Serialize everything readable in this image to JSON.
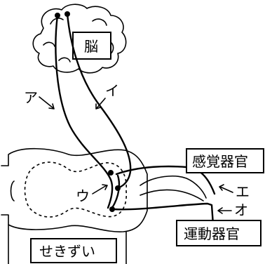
{
  "labels": {
    "brain": "脳",
    "sense_organ": "感覚器官",
    "motor_organ": "運動器官",
    "spinal_cord": "せきずい",
    "a": "ア",
    "i": "イ",
    "u": "ウ",
    "e": "エ",
    "o": "オ"
  }
}
